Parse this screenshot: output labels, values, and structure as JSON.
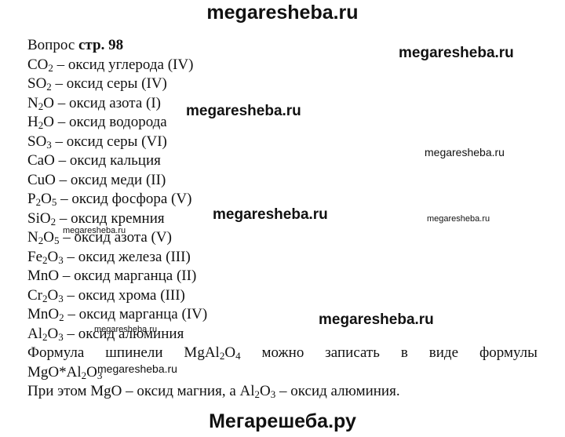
{
  "header": {
    "site": "megaresheba.ru"
  },
  "footer": {
    "site": "Мегарешеба.ру"
  },
  "question": {
    "label": "Вопрос ",
    "page": "стр. 98"
  },
  "oxides": [
    {
      "f": [
        [
          "CO",
          ""
        ],
        [
          "2",
          "s"
        ],
        [
          " – оксид углерода (IV)",
          ""
        ]
      ]
    },
    {
      "f": [
        [
          "SO",
          ""
        ],
        [
          "2",
          "s"
        ],
        [
          " – оксид серы (IV)",
          ""
        ]
      ]
    },
    {
      "f": [
        [
          "N",
          ""
        ],
        [
          "2",
          "s"
        ],
        [
          "O – оксид азота (I)",
          ""
        ]
      ]
    },
    {
      "f": [
        [
          "H",
          ""
        ],
        [
          "2",
          "s"
        ],
        [
          "O – оксид водорода",
          ""
        ]
      ]
    },
    {
      "f": [
        [
          "SO",
          ""
        ],
        [
          "3",
          "s"
        ],
        [
          " – оксид серы (VI)",
          ""
        ]
      ]
    },
    {
      "f": [
        [
          "CaO – оксид кальция",
          ""
        ]
      ]
    },
    {
      "f": [
        [
          "CuO – оксид меди (II)",
          ""
        ]
      ]
    },
    {
      "f": [
        [
          "P",
          ""
        ],
        [
          "2",
          "s"
        ],
        [
          "O",
          ""
        ],
        [
          "5",
          "s"
        ],
        [
          " – оксид фосфора (V)",
          ""
        ]
      ]
    },
    {
      "f": [
        [
          "SiO",
          ""
        ],
        [
          "2",
          "s"
        ],
        [
          " – оксид кремния",
          ""
        ]
      ]
    },
    {
      "f": [
        [
          "N",
          ""
        ],
        [
          "2",
          "s"
        ],
        [
          "O",
          ""
        ],
        [
          "5",
          "s"
        ],
        [
          " – оксид азота (V)",
          ""
        ]
      ]
    },
    {
      "f": [
        [
          "Fe",
          ""
        ],
        [
          "2",
          "s"
        ],
        [
          "O",
          ""
        ],
        [
          "3",
          "s"
        ],
        [
          " – оксид железа (III)",
          ""
        ]
      ]
    },
    {
      "f": [
        [
          "MnO – оксид марганца (II)",
          ""
        ]
      ]
    },
    {
      "f": [
        [
          "Cr",
          ""
        ],
        [
          "2",
          "s"
        ],
        [
          "O",
          ""
        ],
        [
          "3",
          "s"
        ],
        [
          " – оксид хрома (III)",
          ""
        ]
      ]
    },
    {
      "f": [
        [
          "MnO",
          ""
        ],
        [
          "2",
          "s"
        ],
        [
          " – оксид марганца (IV)",
          ""
        ]
      ]
    },
    {
      "f": [
        [
          "Al",
          ""
        ],
        [
          "2",
          "s"
        ],
        [
          "O",
          ""
        ],
        [
          "3",
          "s"
        ],
        [
          " – оксид алюминия",
          ""
        ]
      ]
    }
  ],
  "spinel": {
    "words": [
      [
        [
          "Формула",
          ""
        ]
      ],
      [
        [
          "шпинели",
          ""
        ]
      ],
      [
        [
          "MgAl",
          ""
        ],
        [
          "2",
          "s"
        ],
        [
          "O",
          ""
        ],
        [
          "4",
          "s"
        ]
      ],
      [
        [
          "можно",
          ""
        ]
      ],
      [
        [
          "записать",
          ""
        ]
      ],
      [
        [
          "в",
          ""
        ]
      ],
      [
        [
          "виде",
          ""
        ]
      ],
      [
        [
          "формулы",
          ""
        ]
      ]
    ],
    "formula": [
      [
        "MgO*Al",
        ""
      ],
      [
        "2",
        "s"
      ],
      [
        "O",
        ""
      ],
      [
        "3",
        "s"
      ]
    ],
    "conclusion": [
      [
        "При этом MgO – оксид магния, а Al",
        ""
      ],
      [
        "2",
        "s"
      ],
      [
        "O",
        ""
      ],
      [
        "3",
        "s"
      ],
      [
        " – оксид алюминия.",
        ""
      ]
    ]
  },
  "watermarks": [
    {
      "text": "megaresheba.ru",
      "size": "big"
    },
    {
      "text": "megaresheba.ru",
      "size": "big"
    },
    {
      "text": "megaresheba.ru",
      "size": "mid"
    },
    {
      "text": "megaresheba.ru",
      "size": "big"
    },
    {
      "text": "megaresheba.ru",
      "size": "small"
    },
    {
      "text": "megaresheba.ru",
      "size": "small"
    },
    {
      "text": "megaresheba.ru",
      "size": "small"
    },
    {
      "text": "megaresheba.ru",
      "size": "big"
    },
    {
      "text": "megaresheba.ru",
      "size": "mid"
    }
  ]
}
